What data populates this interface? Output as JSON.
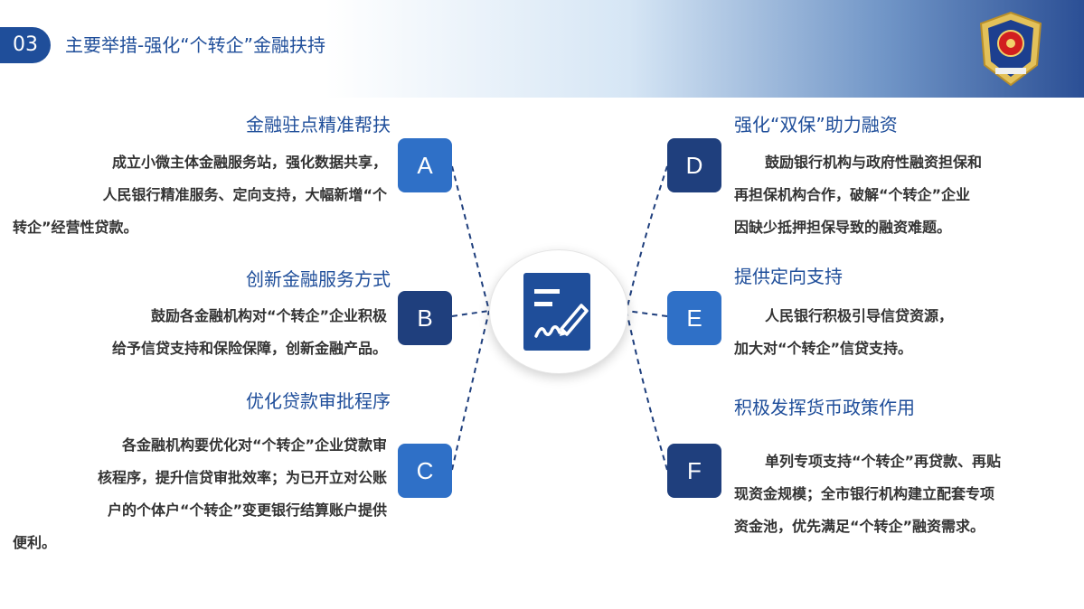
{
  "header": {
    "number": "03",
    "title": "主要举措-强化“个转企”金融扶持"
  },
  "icons": {
    "emblem": "police-emblem-icon",
    "center": "sign-document-icon"
  },
  "colors": {
    "accent": "#1f4e9a",
    "letter_light": "#2f70c7",
    "letter_dark": "#1f3f7d",
    "connector": "#1f3f7d"
  },
  "items": [
    {
      "letter": "A",
      "title": "金融驻点精准帮扶",
      "lines": [
        "成立小微主体金融服务站，强化数据共享，",
        "人民银行精准服务、定向支持，大幅新增“个",
        "转企”经营性贷款。"
      ]
    },
    {
      "letter": "B",
      "title": "创新金融服务方式",
      "lines": [
        "鼓励各金融机构对“个转企”企业积极",
        "给予信贷支持和保险保障，创新金融产品。"
      ]
    },
    {
      "letter": "C",
      "title": "优化贷款审批程序",
      "lines": [
        "各金融机构要优化对“个转企”企业贷款审",
        "核程序，提升信贷审批效率；为已开立对公账",
        "户的个体户“个转企”变更银行结算账户提供",
        "便利。"
      ]
    },
    {
      "letter": "D",
      "title": "强化“双保”助力融资",
      "lines": [
        "鼓励银行机构与政府性融资担保和",
        "再担保机构合作，破解“个转企”企业",
        "因缺少抵押担保导致的融资难题。"
      ]
    },
    {
      "letter": "E",
      "title": "提供定向支持",
      "lines": [
        "人民银行积极引导信贷资源，",
        "加大对“个转企”信贷支持。"
      ]
    },
    {
      "letter": "F",
      "title": "积极发挥货币政策作用",
      "lines": [
        "单列专项支持“个转企”再贷款、再贴",
        "现资金规模；全市银行机构建立配套专项",
        "资金池，优先满足“个转企”融资需求。"
      ]
    }
  ]
}
